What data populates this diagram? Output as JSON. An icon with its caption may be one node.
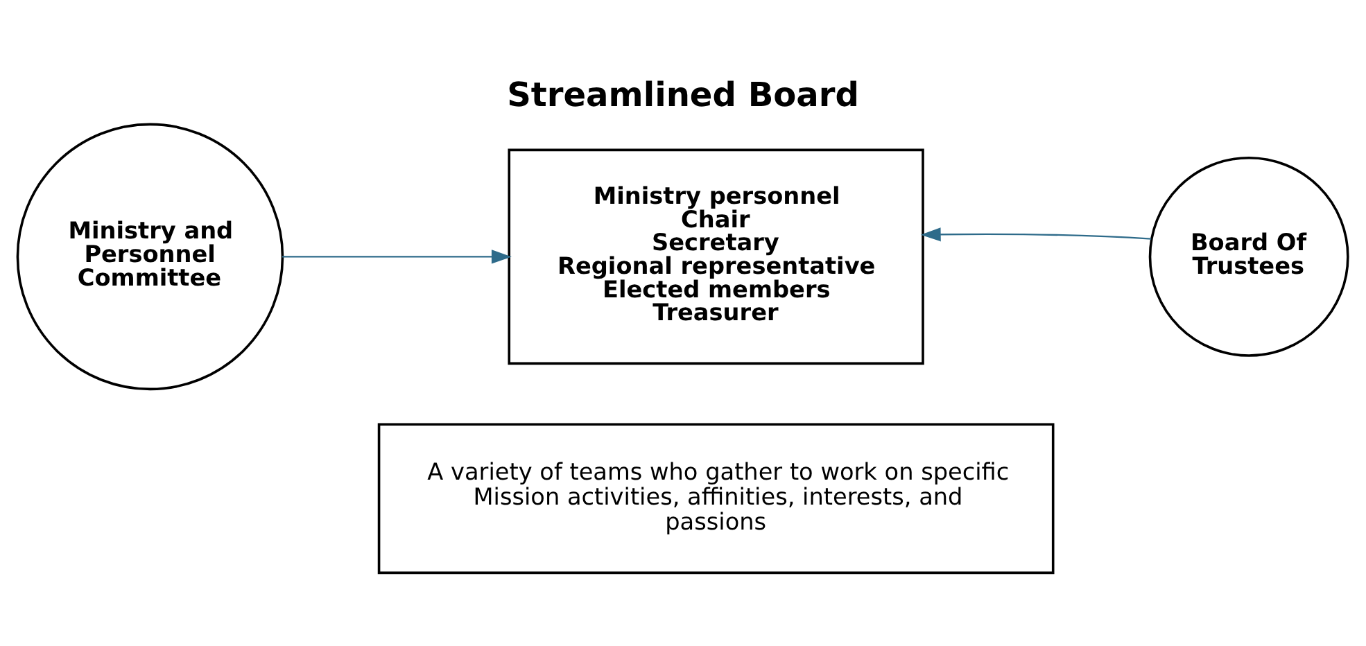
{
  "diagram": {
    "title": "Streamlined Board",
    "nodes": [
      {
        "text": [
          "Ministry and Personnel Committee"
        ]
      },
      {
        "text": [
          "Ministry personnel",
          "Chair",
          "Secretary",
          "Regional representative",
          "Elected members",
          "Treasurer"
        ]
      },
      {
        "text": [
          "Board Of Trustees"
        ]
      },
      {
        "text": [
          "A variety of teams who gather to work on specific Mission activities, affinities, interests, and passions"
        ]
      }
    ],
    "edges": [
      {
        "from": 0,
        "to": 1,
        "arrow": "to"
      },
      {
        "from": 2,
        "to": 1,
        "arrow": "to"
      }
    ]
  }
}
